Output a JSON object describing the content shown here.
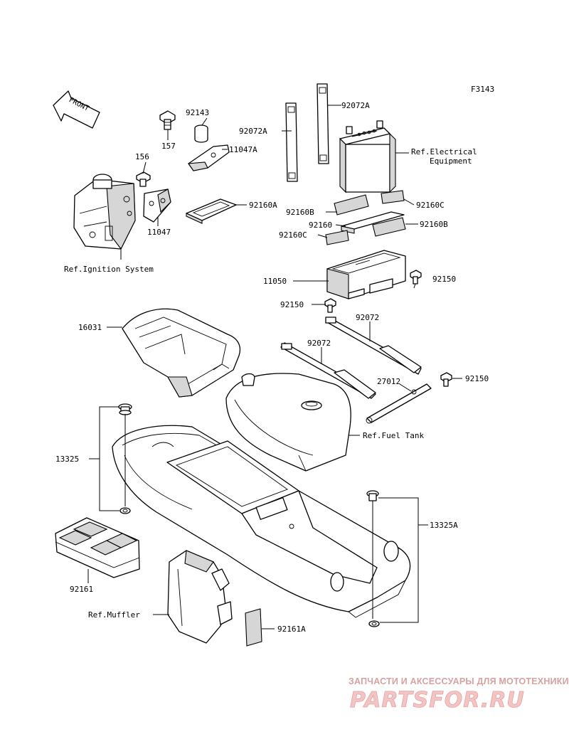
{
  "figure_code": "F3143",
  "front_label": "FRONT",
  "labels": {
    "p92143": "92143",
    "p157": "157",
    "p92072A_top": "92072A",
    "p92072A_left": "92072A",
    "p11047A": "11047A",
    "p156": "156",
    "p11047": "11047",
    "p92160A": "92160A",
    "ref_electrical_1": "Ref.Electrical",
    "ref_electrical_2": "Equipment",
    "p92160B_left": "92160B",
    "p92160C_right": "92160C",
    "p92160": "92160",
    "p92160B_right": "92160B",
    "p92160C_left": "92160C",
    "ref_ignition": "Ref.Ignition System",
    "p11050": "11050",
    "p92150_right": "92150",
    "p92150_left": "92150",
    "p16031": "16031",
    "p92072_right": "92072",
    "p92072_mid": "92072",
    "p27012": "27012",
    "p92150_far": "92150",
    "ref_fuel_tank": "Ref.Fuel Tank",
    "p13325": "13325",
    "p13325A": "13325A",
    "p92161": "92161",
    "ref_muffler": "Ref.Muffler",
    "p92161A": "92161A"
  },
  "watermark": {
    "tagline": "ЗАПЧАСТИ И АКСЕССУАРЫ ДЛЯ МОТОТЕХНИКИ",
    "logo": "PARTSFOR.RU"
  }
}
